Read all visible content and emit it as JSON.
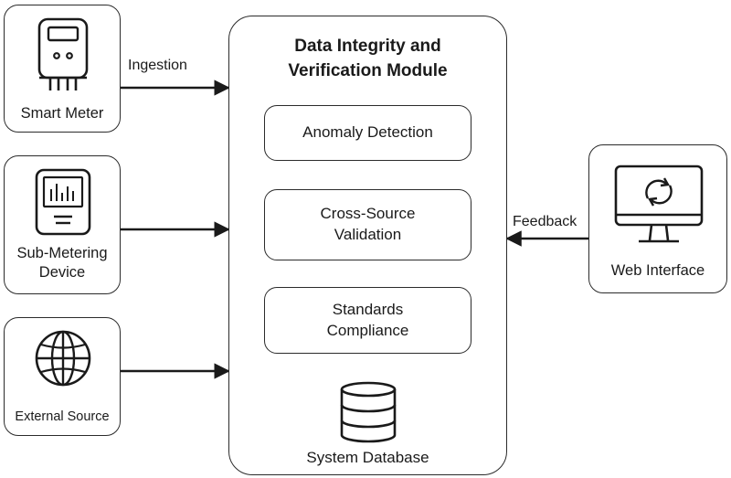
{
  "module": {
    "title_line1": "Data Integrity and",
    "title_line2": "Verification Module",
    "steps": [
      {
        "line1": "Anomaly Detection",
        "line2": ""
      },
      {
        "line1": "Cross-Source",
        "line2": "Validation"
      },
      {
        "line1": "Standards",
        "line2": "Compliance"
      }
    ],
    "database_label": "System Database"
  },
  "sources": [
    {
      "line1": "Smart Meter",
      "line2": "",
      "icon": "smart-meter-icon"
    },
    {
      "line1": "Sub-Metering",
      "line2": "Device",
      "icon": "sub-meter-icon"
    },
    {
      "line1": "External Source",
      "line2": "",
      "icon": "globe-icon"
    }
  ],
  "web_interface": {
    "label": "Web Interface",
    "icon": "monitor-refresh-icon"
  },
  "edges": {
    "ingestion_label": "Ingestion",
    "feedback_label": "Feedback"
  },
  "colors": {
    "stroke": "#2b2b2b",
    "background": "#ffffff"
  }
}
